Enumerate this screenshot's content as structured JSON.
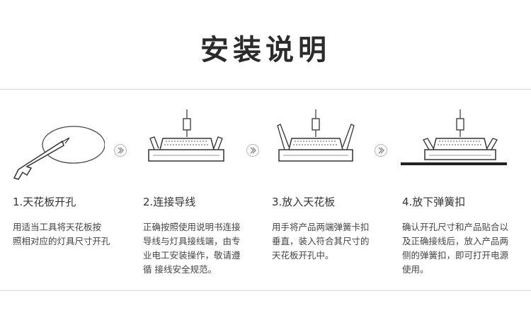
{
  "header": {
    "title": "安装说明"
  },
  "steps": [
    {
      "title": "1.天花板开孔",
      "desc": [
        "用适当工具将天花板按",
        "照相对应的灯具尺寸开孔"
      ]
    },
    {
      "title": "2.连接导线",
      "desc": [
        "正确按照使用说明书连接",
        "导线与灯具接线端，由专",
        "业电工安装操作，敬请遵",
        "循 接线安全规范。"
      ]
    },
    {
      "title": "3.放入天花板",
      "desc": [
        "用手将产品两端弹簧卡扣",
        "垂直，装入符合其尺寸的",
        "天花板开孔中。"
      ]
    },
    {
      "title": "4.放下弹簧扣",
      "desc": [
        "确认开孔尺寸和产品贴合以",
        "及正确接线后，放入产品两",
        "侧的弹簧扣，即可打开电源",
        "使用。"
      ]
    }
  ],
  "icons": [
    "knife-cut-illustration",
    "wire-connect-illustration",
    "insert-ceiling-illustration",
    "spring-clip-illustration",
    "next-arrow-icon"
  ]
}
